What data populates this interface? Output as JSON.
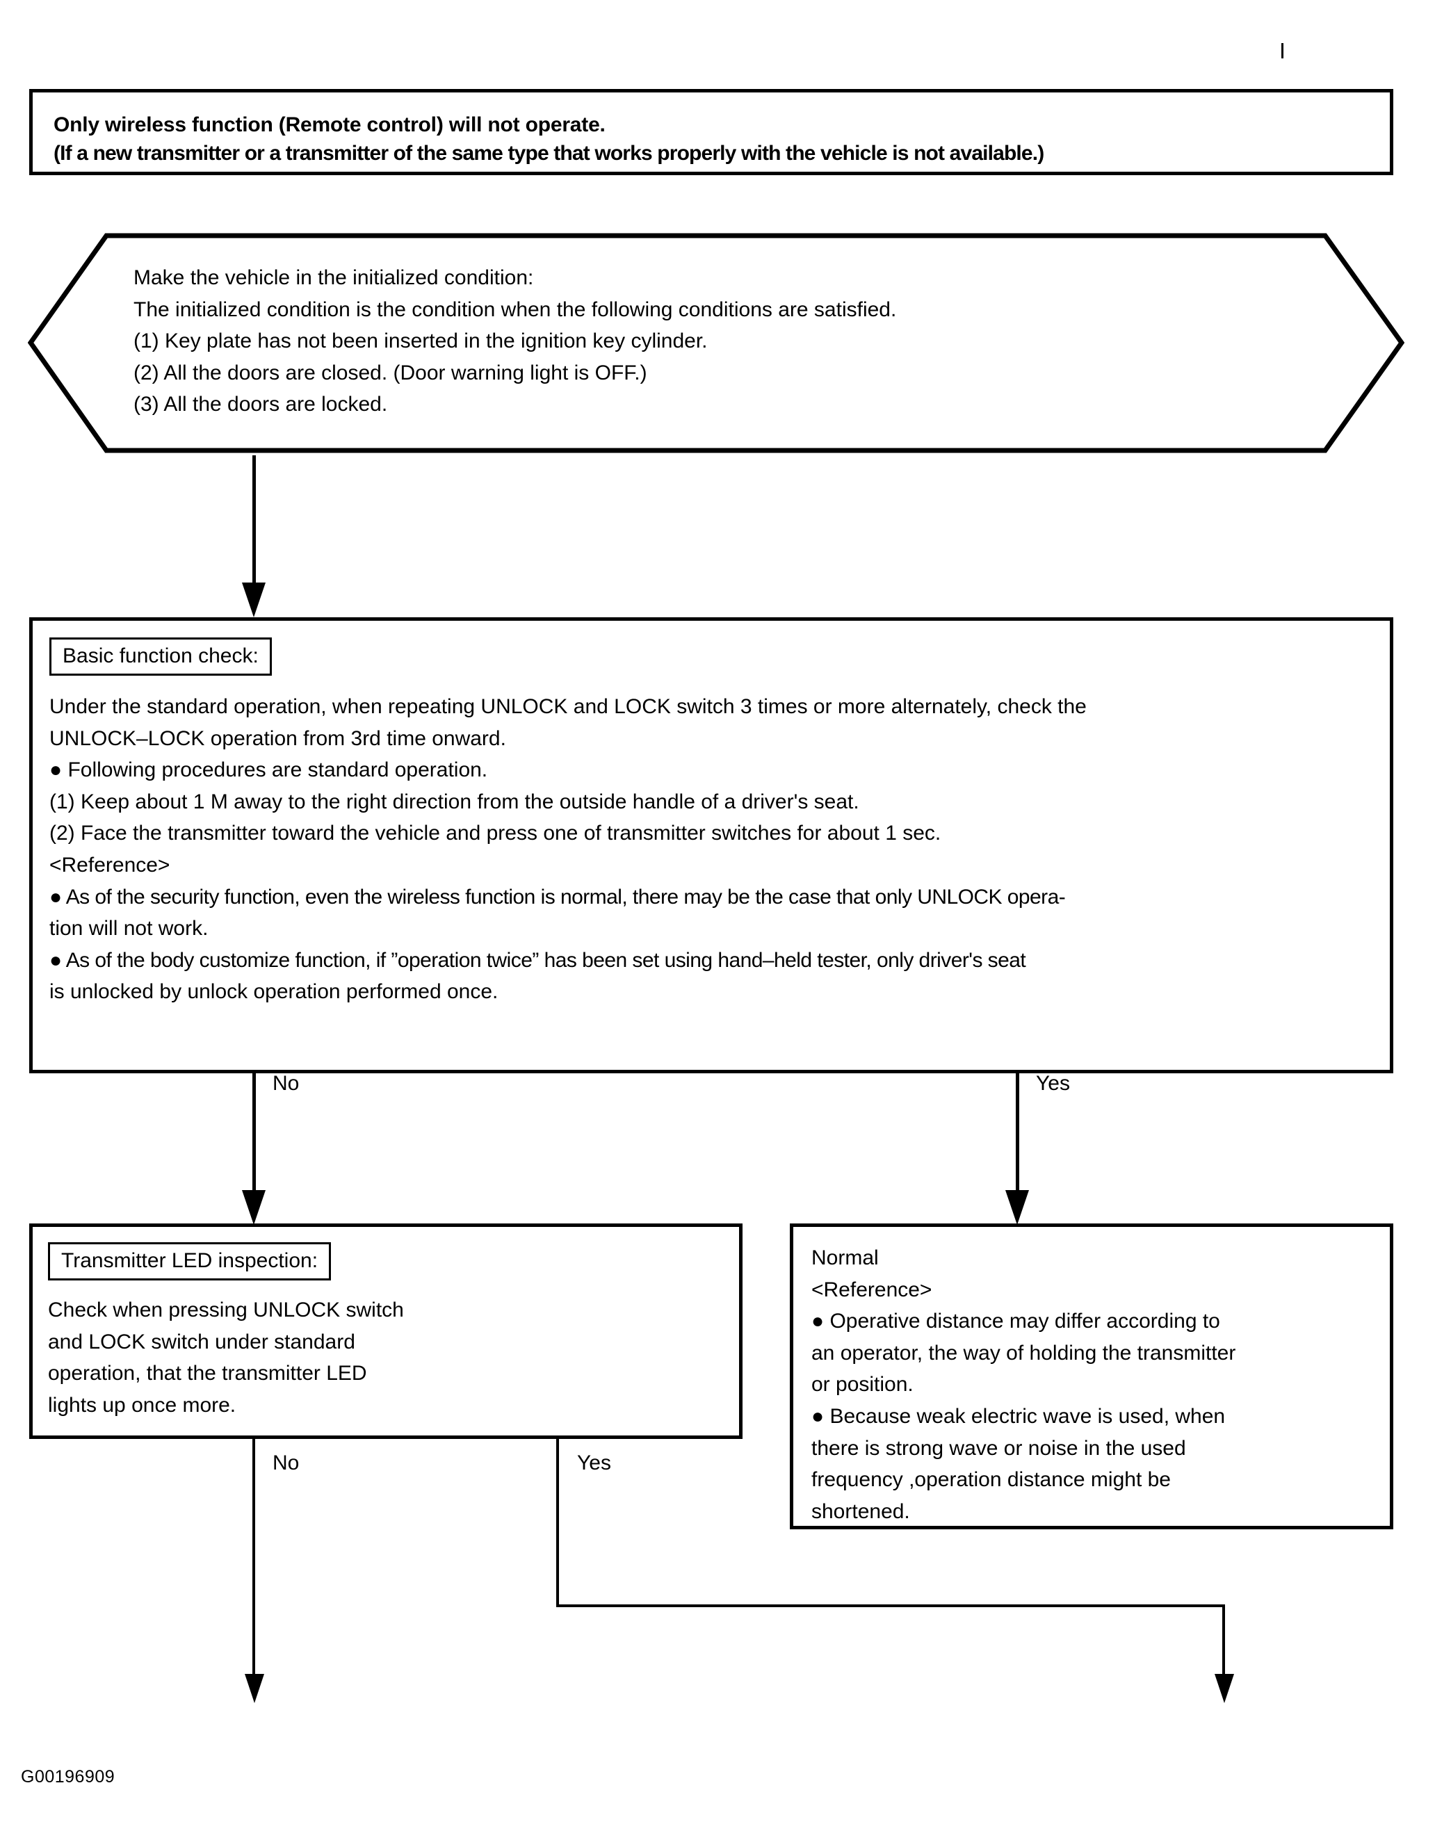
{
  "document": {
    "footer_code": "G00196909"
  },
  "title_block": {
    "line1": "Only wireless function (Remote control) will not operate.",
    "line2": "(If a new transmitter or a transmitter of the same type that works properly with the vehicle is not available.)"
  },
  "hexagon": {
    "lines": [
      "Make the vehicle in the initialized condition:",
      "The initialized condition is the condition when the following conditions are satisfied.",
      "(1) Key plate has not been inserted in the ignition key cylinder.",
      "(2) All the doors are closed. (Door warning light is OFF.)",
      "(3) All the doors are locked."
    ]
  },
  "basic_check": {
    "heading": "Basic function check:",
    "lines": [
      "Under the standard operation, when repeating UNLOCK and LOCK switch 3 times or more alternately, check the",
      "UNLOCK–LOCK operation from 3rd time onward.",
      "● Following procedures are standard operation.",
      "(1) Keep about 1 M away to the right direction from the outside handle of a driver's seat.",
      "(2) Face the transmitter toward the vehicle and press one of transmitter switches for about 1 sec.",
      "<Reference>",
      "● As of the security function, even the wireless function is normal, there may be the case that only UNLOCK opera-",
      "tion will not work.",
      "● As of the body customize function, if ”operation twice” has been set using hand–held tester, only driver's seat",
      "is unlocked by unlock operation performed once."
    ],
    "branch_no_label": "No",
    "branch_yes_label": "Yes"
  },
  "led_inspection": {
    "heading": "Transmitter LED inspection:",
    "lines": [
      "Check when pressing UNLOCK switch",
      "and LOCK switch under standard",
      "operation, that the transmitter LED",
      "lights up once more."
    ],
    "branch_no_label": "No",
    "branch_yes_label": "Yes"
  },
  "normal_result": {
    "lines": [
      "Normal",
      "<Reference>",
      "● Operative distance may differ according to",
      "an operator, the way of holding the transmitter",
      "or position.",
      "● Because weak electric wave is used, when",
      "there is strong wave or noise in the used",
      "frequency ,operation distance might be",
      "shortened."
    ]
  },
  "colors": {
    "stroke": "#000000",
    "background": "#ffffff"
  }
}
